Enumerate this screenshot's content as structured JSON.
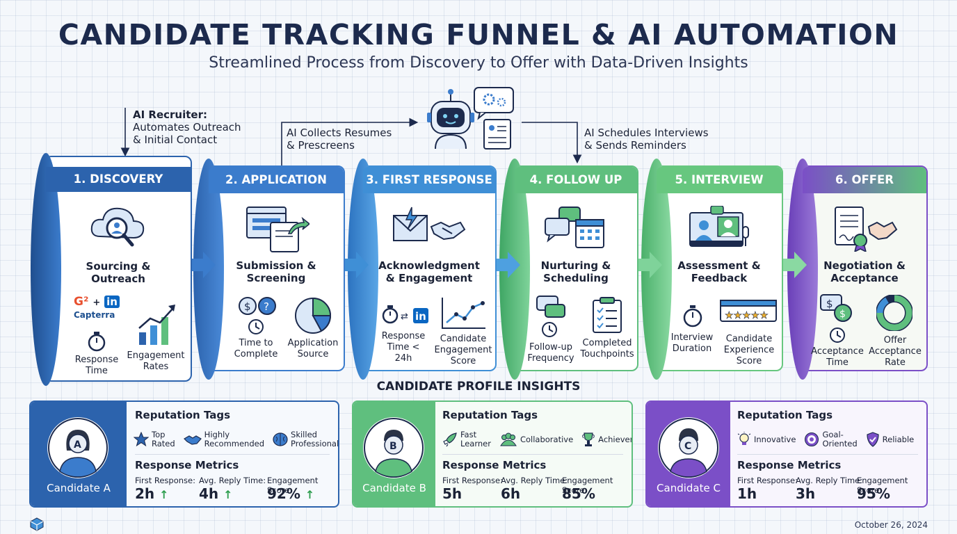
{
  "title": "CANDIDATE TRACKING FUNNEL & AI AUTOMATION",
  "subtitle": "Streamlined Process from Discovery to Offer with Data-Driven Insights",
  "ai_notes": {
    "recruiter_title": "AI Recruiter:",
    "recruiter_line1": "Automates Outreach",
    "recruiter_line2": "& Initial Contact",
    "collects_line1": "AI Collects Resumes",
    "collects_line2": "& Prescreens",
    "schedules_line1": "AI Schedules Interviews",
    "schedules_line2": "& Sends Reminders"
  },
  "stages": [
    {
      "header": "1. DISCOVERY",
      "sub1": "Sourcing &",
      "sub2": "Outreach",
      "logos": {
        "g2": "G²",
        "plus": "+",
        "linkedin": "in",
        "capterra": "Capterra"
      },
      "metrics": [
        {
          "l1": "Response",
          "l2": "Time"
        },
        {
          "l1": "Engagement",
          "l2": "Rates"
        }
      ]
    },
    {
      "header": "2. APPLICATION",
      "sub1": "Submission &",
      "sub2": "Screening",
      "metrics": [
        {
          "l1": "Time to",
          "l2": "Complete"
        },
        {
          "l1": "Application",
          "l2": "Source"
        }
      ]
    },
    {
      "header": "3. FIRST RESPONSE",
      "sub1": "Acknowledgment",
      "sub2": "& Engagement",
      "metrics": [
        {
          "l1": "Response",
          "l2": "Time < 24h"
        },
        {
          "l1": "Candidate",
          "l2": "Engagement",
          "l3": "Score"
        }
      ]
    },
    {
      "header": "4. FOLLOW UP",
      "sub1": "Nurturing &",
      "sub2": "Scheduling",
      "metrics": [
        {
          "l1": "Follow-up",
          "l2": "Frequency"
        },
        {
          "l1": "Completed",
          "l2": "Touchpoints"
        }
      ]
    },
    {
      "header": "5. INTERVIEW",
      "sub1": "Assessment &",
      "sub2": "Feedback",
      "metrics": [
        {
          "l1": "Interview",
          "l2": "Duration"
        },
        {
          "l1": "Candidate",
          "l2": "Experience",
          "l3": "Score"
        }
      ]
    },
    {
      "header": "6. OFFER",
      "sub1": "Negotiation &",
      "sub2": "Acceptance",
      "metrics": [
        {
          "l1": "Acceptance",
          "l2": "Time"
        },
        {
          "l1": "Offer",
          "l2": "Acceptance",
          "l3": "Rate"
        }
      ]
    }
  ],
  "insights_title": "CANDIDATE PROFILE INSIGHTS",
  "candidates": [
    {
      "name": "Candidate A",
      "letter": "A",
      "reputation_title": "Reputation Tags",
      "tags": [
        {
          "l1": "Top Rated"
        },
        {
          "l1": "Highly",
          "l2": "Recommended"
        },
        {
          "l1": "Skilled",
          "l2": "Professional"
        }
      ],
      "metrics_title": "Response Metrics",
      "first_label": "First Response:",
      "first_value": "2h",
      "reply_label": "Avg. Reply Time:",
      "reply_value": "4h",
      "score_label": "Engagement Score:",
      "score_value": "92%",
      "trend": "↑"
    },
    {
      "name": "Candidate B",
      "letter": "B",
      "reputation_title": "Reputation Tags",
      "tags": [
        {
          "l1": "Fast",
          "l2": "Learner"
        },
        {
          "l1": "Collaborative"
        },
        {
          "l1": "Achiever"
        }
      ],
      "metrics_title": "Response Metrics",
      "first_label": "First Response:",
      "first_value": "5h",
      "reply_label": "Avg. Reply Time:",
      "reply_value": "6h",
      "score_label": "Engagement Score:",
      "score_value": "85%"
    },
    {
      "name": "Candidate C",
      "letter": "C",
      "reputation_title": "Reputation Tags",
      "tags": [
        {
          "l1": "Innovative"
        },
        {
          "l1": "Goal-Oriented"
        },
        {
          "l1": "Reliable"
        }
      ],
      "metrics_title": "Response Metrics",
      "first_label": "First Response:",
      "first_value": "1h",
      "reply_label": "Avg. Reply Time:",
      "reply_value": "3h",
      "score_label": "Engagement Score:",
      "score_value": "95%"
    }
  ],
  "date": "October 26, 2024",
  "colors": {
    "discovery": "#2c63ad",
    "application": "#3b7ccc",
    "first_response": "#3f8fd6",
    "follow_up": "#5fbf7e",
    "interview": "#67c77f",
    "offer": "#7b4fc7",
    "candidate_a": "#2c63ad",
    "candidate_b": "#5fbf7e",
    "candidate_c": "#7b4fc7"
  }
}
